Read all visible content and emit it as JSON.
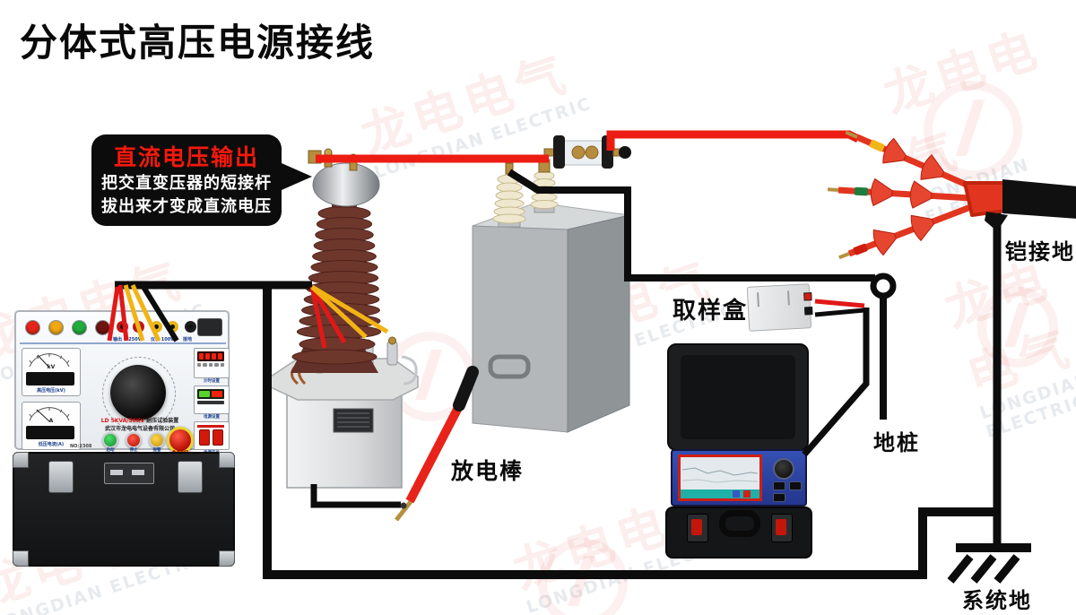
{
  "title": "分体式高压电源接线",
  "callout": {
    "heading": "直流电压输出",
    "line1": "把交直变压器的短接杆",
    "line2": "拔出来才变成直流电压"
  },
  "labels": {
    "discharge_rod": "放电棒",
    "sampling_box": "取样盒",
    "ground_stake": "地桩",
    "armor_ground": "铠接地",
    "system_ground": "系统地"
  },
  "console": {
    "model": "LD 5KVA/50KV",
    "model_suffix": "耐压试验装置",
    "company": "武汉市龙电电气设备有限公司",
    "serial": "NO:2308",
    "hv_meter_label": "高压电压(kV)",
    "hv_meter_unit": "kV",
    "lv_meter_label": "低压电流(A)",
    "lv_meter_unit": "A",
    "jack_group_output": "输出 0-250V",
    "jack_group_meter": "仪表 100V",
    "jack_group_ground": "接地",
    "btn_start": "启动",
    "btn_stop": "停止",
    "btn_alarm": "报警",
    "btn_estop": "急停按钮",
    "module_timer": "计时设置",
    "module_power": "电源设置",
    "module_switch": "电源开关"
  },
  "watermark": {
    "cn": "龙电电气",
    "en": "LONGDIAN ELECTRIC"
  }
}
